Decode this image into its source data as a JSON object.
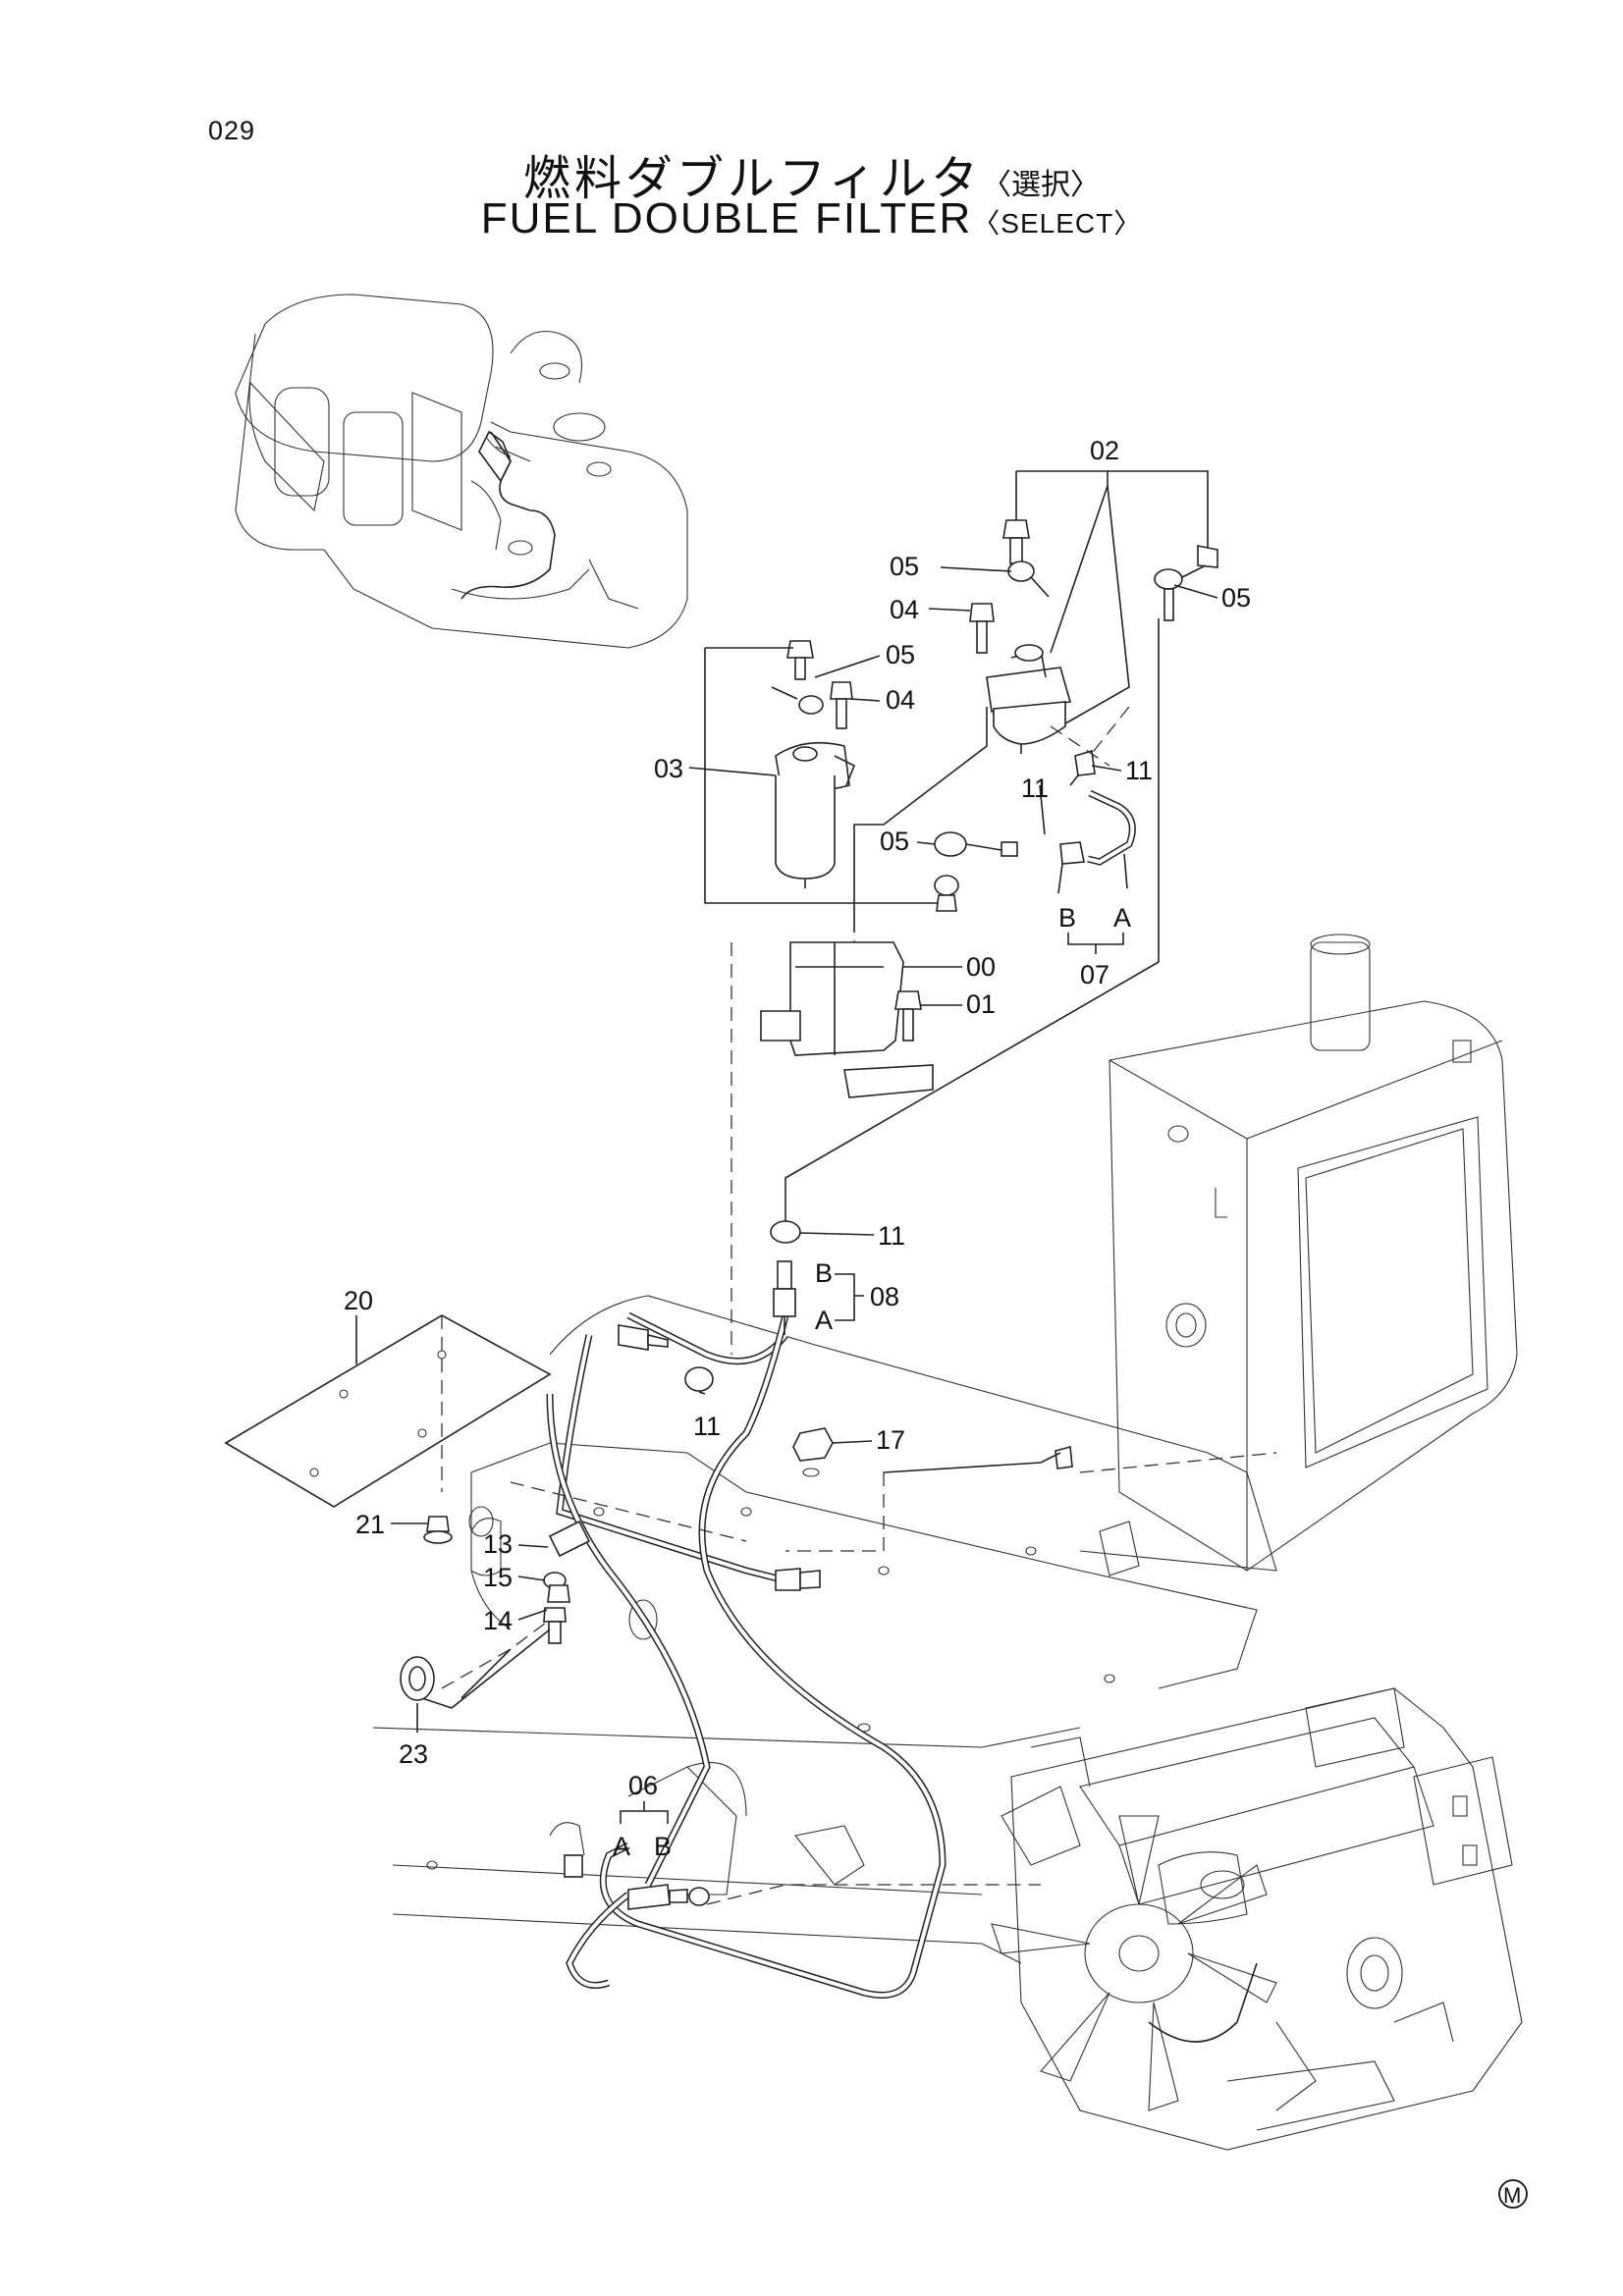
{
  "page_number": "029",
  "title_jp": "燃料ダブルフィルタ",
  "title_jp_select": "〈選択〉",
  "title_en": "FUEL DOUBLE FILTER",
  "title_en_select": "〈SELECT〉",
  "callouts": {
    "c02": "02",
    "c05a": "05",
    "c05b": "05",
    "c04a": "04",
    "c05c": "05",
    "c04b": "04",
    "c11a": "11",
    "c03": "03",
    "c11b": "11",
    "c05d": "05",
    "c00": "00",
    "c01": "01",
    "c07": "07",
    "c07B": "B",
    "c07A": "A",
    "c11c": "11",
    "c08": "08",
    "c08B": "B",
    "c08A": "A",
    "c20": "20",
    "c11d": "11",
    "c17": "17",
    "c21": "21",
    "c13": "13",
    "c15": "15",
    "c14": "14",
    "c23": "23",
    "c06": "06",
    "c06A": "A",
    "c06B": "B"
  },
  "corner_mark": "M"
}
